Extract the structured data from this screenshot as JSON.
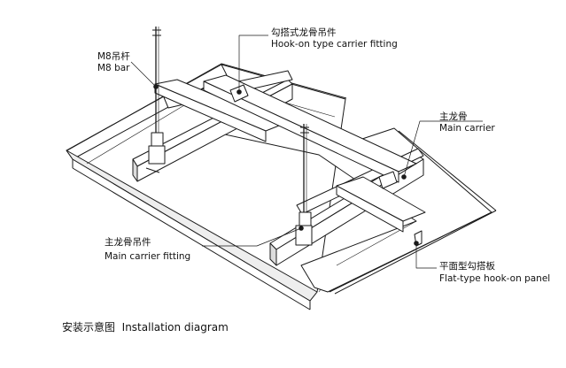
{
  "labels": {
    "m8_bar_cn": "M8吊杆",
    "m8_bar_en": "M8 bar",
    "hook_fitting_cn": "勾搭式龙骨吊件",
    "hook_fitting_en": "Hook-on type carrier fitting",
    "main_carrier_cn": "主龙骨",
    "main_carrier_en": "Main carrier",
    "carrier_fitting_cn": "主龙骨吊件",
    "carrier_fitting_en": "Main carrier fitting",
    "panel_cn": "平面型勾搭板",
    "panel_en": "Flat-type hook-on panel"
  },
  "caption": {
    "cn": "安装示意图",
    "en": "Installation diagram"
  },
  "colors": {
    "line": "#1a1a1a",
    "fill": "#ffffff",
    "shade": "#e6e6e6"
  }
}
